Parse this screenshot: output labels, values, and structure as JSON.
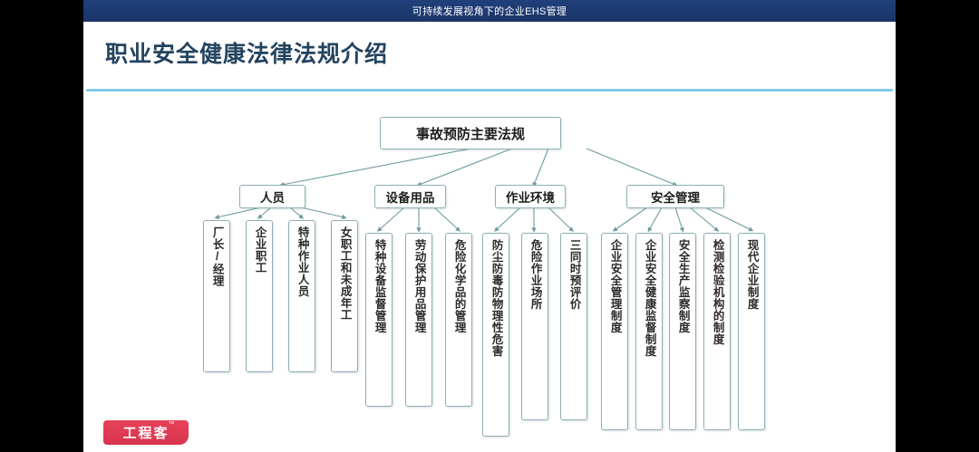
{
  "banner": {
    "text": "可持续发展视角下的企业EHS管理"
  },
  "slide": {
    "title": "职业安全健康法律法规介绍",
    "logo": {
      "text": "工程客",
      "tm": "™",
      "color": "#e0394f"
    }
  },
  "theme": {
    "banner_bg": "#1d3a72",
    "title_color": "#23435f",
    "rule_color": "#59b5e6",
    "node_border": "#8fb0b6",
    "edge_color": "#6f9aa3",
    "node_fill": "#ffffff"
  },
  "chart_data": {
    "type": "diagram",
    "title": "事故预防主要法规",
    "root": {
      "id": "root",
      "label": "事故预防主要法规"
    },
    "categories": [
      {
        "id": "cat-personnel",
        "label": "人员",
        "children": [
          {
            "id": "leaf-factory-manager",
            "label": "厂长/经理"
          },
          {
            "id": "leaf-employee",
            "label": "企业职工"
          },
          {
            "id": "leaf-special-operation",
            "label": "特种作业人员"
          },
          {
            "id": "leaf-female-minor",
            "label": "女职工和未成年工"
          }
        ]
      },
      {
        "id": "cat-equipment",
        "label": "设备用品",
        "children": [
          {
            "id": "leaf-special-equipment",
            "label": "特种设备监督管理"
          },
          {
            "id": "leaf-ppe",
            "label": "劳动保护用品管理"
          },
          {
            "id": "leaf-hazardous-chemicals",
            "label": "危险化学品的管理"
          }
        ]
      },
      {
        "id": "cat-environment",
        "label": "作业环境",
        "children": [
          {
            "id": "leaf-dust-poison-physical",
            "label": "防尘防毒防物理性危害"
          },
          {
            "id": "leaf-hazardous-site",
            "label": "危险作业场所"
          },
          {
            "id": "leaf-three-simultaneous",
            "label": "三同时预评价"
          }
        ]
      },
      {
        "id": "cat-safety-management",
        "label": "安全管理",
        "children": [
          {
            "id": "leaf-enterprise-safety-system",
            "label": "企业安全管理制度"
          },
          {
            "id": "leaf-safety-health-supervision",
            "label": "企业安全健康监督制度"
          },
          {
            "id": "leaf-production-inspection",
            "label": "安全生产监察制度"
          },
          {
            "id": "leaf-testing-institution",
            "label": "检测检验机构的制度"
          },
          {
            "id": "leaf-modern-enterprise",
            "label": "现代企业制度"
          }
        ]
      }
    ]
  }
}
